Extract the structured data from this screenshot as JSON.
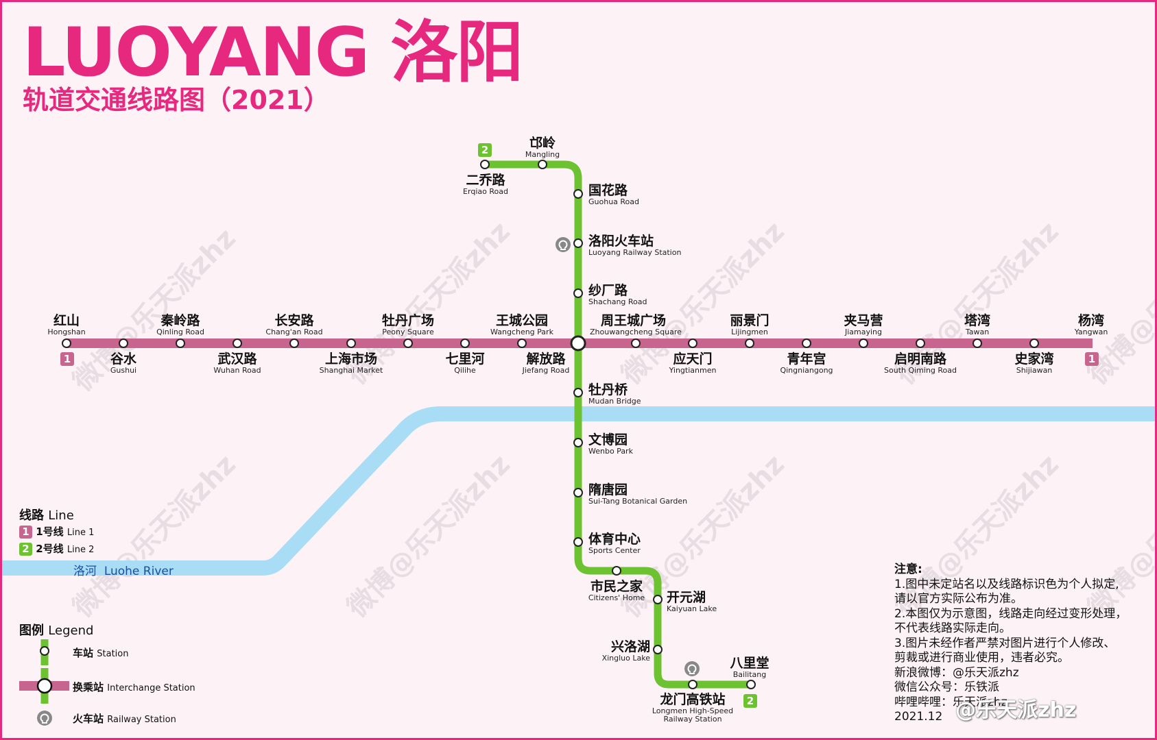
{
  "title": {
    "en": "LUOYANG 洛阳",
    "zh": "轨道交通线路图（2021）"
  },
  "colors": {
    "brand": "#e6297e",
    "line1": "#c8658e",
    "line2": "#6cc230",
    "river": "#a8ddf5",
    "railway_icon": "#888888"
  },
  "line1": {
    "badge": "1",
    "stations": [
      {
        "zh": "红山",
        "en": "Hongshan"
      },
      {
        "zh": "谷水",
        "en": "Gushui"
      },
      {
        "zh": "秦岭路",
        "en": "Qinling Road"
      },
      {
        "zh": "武汉路",
        "en": "Wuhan Road"
      },
      {
        "zh": "长安路",
        "en": "Chang'an Road"
      },
      {
        "zh": "上海市场",
        "en": "Shanghai Market"
      },
      {
        "zh": "牡丹广场",
        "en": "Peony Square"
      },
      {
        "zh": "七里河",
        "en": "Qilihe"
      },
      {
        "zh": "王城公园",
        "en": "Wangcheng Park"
      },
      {
        "zh": "解放路",
        "en": "Jiefang Road"
      },
      {
        "zh": "周王城广场",
        "en": "Zhouwangcheng Square"
      },
      {
        "zh": "应天门",
        "en": "Yingtianmen"
      },
      {
        "zh": "丽景门",
        "en": "Lijingmen"
      },
      {
        "zh": "青年宫",
        "en": "Qingniangong"
      },
      {
        "zh": "夹马营",
        "en": "Jiamaying"
      },
      {
        "zh": "启明南路",
        "en": "South Qiming Road"
      },
      {
        "zh": "塔湾",
        "en": "Tawan"
      },
      {
        "zh": "史家湾",
        "en": "Shijiawan"
      },
      {
        "zh": "杨湾",
        "en": "Yangwan"
      }
    ]
  },
  "line2": {
    "badge": "2",
    "stations": [
      {
        "zh": "二乔路",
        "en": "Erqiao Road"
      },
      {
        "zh": "邙岭",
        "en": "Mangling"
      },
      {
        "zh": "国花路",
        "en": "Guohua Road"
      },
      {
        "zh": "洛阳火车站",
        "en": "Luoyang Railway Station"
      },
      {
        "zh": "纱厂路",
        "en": "Shachang Road"
      },
      {
        "zh": "牡丹桥",
        "en": "Mudan Bridge"
      },
      {
        "zh": "文博园",
        "en": "Wenbo Park"
      },
      {
        "zh": "隋唐园",
        "en": "Sui-Tang Botanical Garden"
      },
      {
        "zh": "体育中心",
        "en": "Sports Center"
      },
      {
        "zh": "市民之家",
        "en": "Citizens' Home"
      },
      {
        "zh": "开元湖",
        "en": "Kaiyuan Lake"
      },
      {
        "zh": "兴洛湖",
        "en": "Xingluo Lake"
      },
      {
        "zh": "龙门高铁站",
        "en": "Longmen High-Speed",
        "en2": "Railway Station"
      },
      {
        "zh": "八里堂",
        "en": "Bailitang"
      }
    ]
  },
  "river": {
    "zh": "洛河",
    "en": "Luohe River"
  },
  "lines_legend": {
    "title_zh": "线路",
    "title_en": "Line",
    "items": [
      {
        "badge": "1",
        "zh": "1号线",
        "en": "Line 1"
      },
      {
        "badge": "2",
        "zh": "2号线",
        "en": "Line 2"
      }
    ]
  },
  "legend": {
    "title_zh": "图例",
    "title_en": "Legend",
    "station": {
      "zh": "车站",
      "en": "Station"
    },
    "interchange": {
      "zh": "换乘站",
      "en": "Interchange Station"
    },
    "railway": {
      "zh": "火车站",
      "en": "Railway Station"
    }
  },
  "notes": [
    "注意:",
    "1.图中未定站名以及线路标识色为个人拟定,",
    "请以官方实际公布为准。",
    "2.本图仅为示意图，线路走向经过变形处理，",
    "不代表线路实际走向。",
    "3.图片未经作者严禁对图片进行个人修改、",
    "剪裁或进行商业使用，违者必究。",
    "新浪微博：@乐天派zhz",
    "微信公众号：乐铁派",
    "哔哩哔哩：乐天派zhz",
    "2021.12"
  ],
  "watermark": "微博@乐天派zhz",
  "corner_watermark": "@乐天派zhz"
}
